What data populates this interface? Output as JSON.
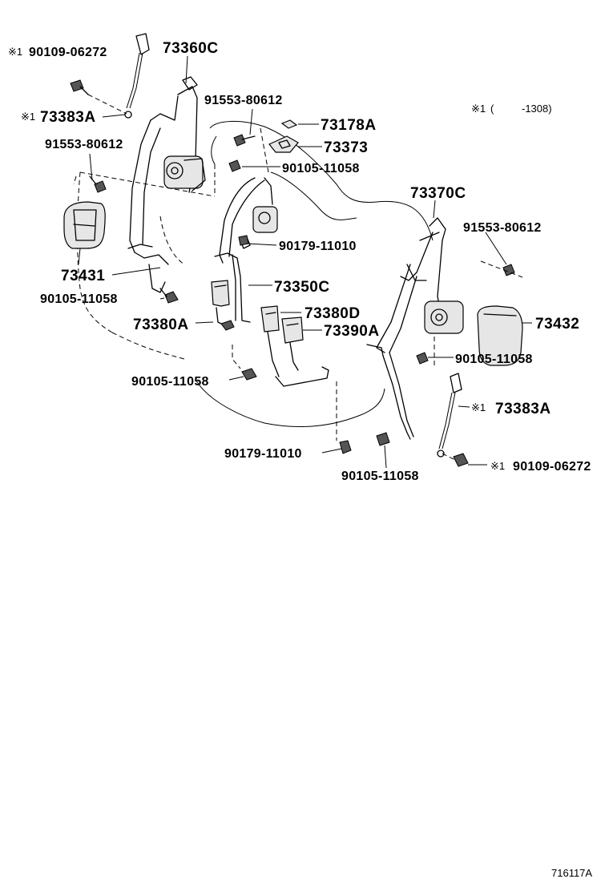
{
  "labels": {
    "bolt_90109_06272_left": "90109-06272",
    "mark_left_top": "※1",
    "p73360C": "73360C",
    "p73383A_left": "73383A",
    "mark_left_mid": "※1",
    "p91553_80612_top": "91553-80612",
    "p73178A": "73178A",
    "p73373": "73373",
    "note_mark": "※1",
    "note_range_open": "(",
    "note_range_value": "-1308)",
    "p91553_80612_left": "91553-80612",
    "p90105_11058_a": "90105-11058",
    "p73370C": "73370C",
    "p91553_80612_right": "91553-80612",
    "p90179_11010_a": "90179-11010",
    "p73431": "73431",
    "p73350C": "73350C",
    "p90105_11058_b": "90105-11058",
    "p73380D": "73380D",
    "p73380A": "73380A",
    "p73390A": "73390A",
    "p73432": "73432",
    "p90105_11058_c": "90105-11058",
    "p90105_11058_d": "90105-11058",
    "p73383A_right": "73383A",
    "mark_right_mid": "※1",
    "p90179_11010_b": "90179-11010",
    "p90109_06272_right": "90109-06272",
    "mark_right_bottom": "※1",
    "p90105_11058_e": "90105-11058",
    "figure_number": "716117A"
  }
}
